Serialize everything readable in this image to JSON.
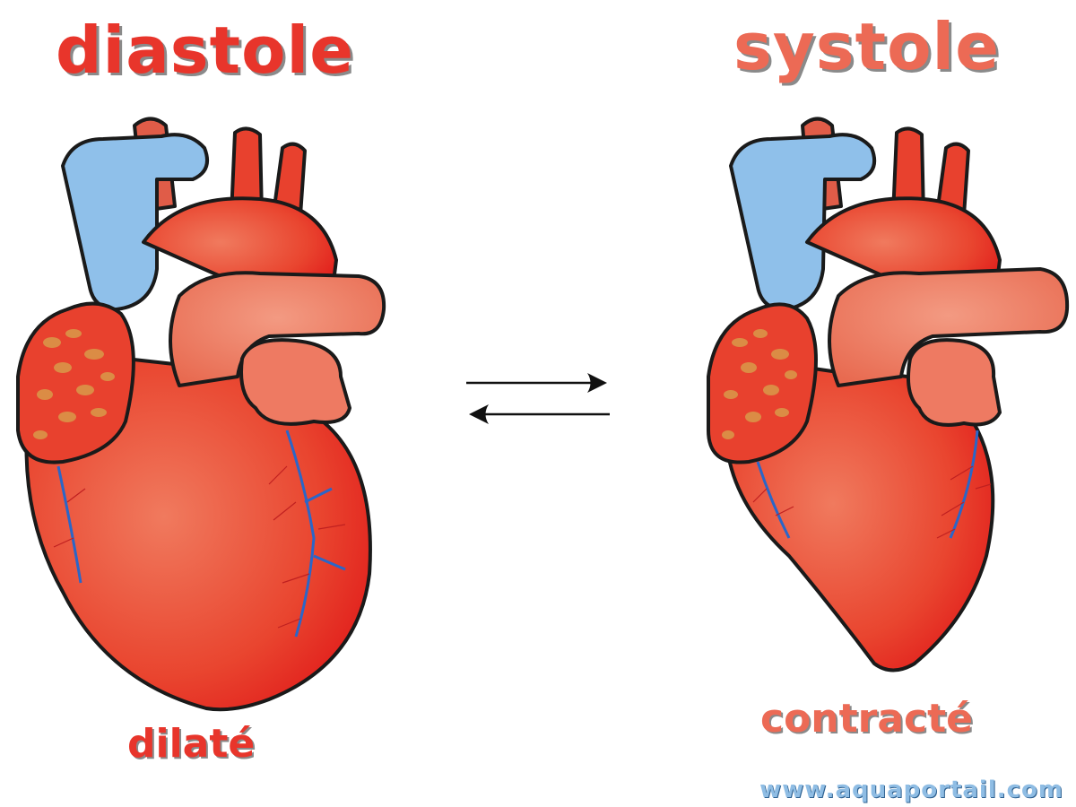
{
  "labels": {
    "diastole_title": "diastole",
    "systole_title": "systole",
    "diastole_caption": "dilaté",
    "systole_caption": "contracté"
  },
  "watermark": "www.aquaportail.com",
  "colors": {
    "diastole_text": "#e8352b",
    "systole_text": "#ec6a55",
    "heart_red": "#e8412e",
    "vein_blue": "#8fc0ea",
    "artery_light": "#ee7a62",
    "vessel_line": "#2a66c8"
  },
  "icons": [
    "heart-diastole-illustration",
    "heart-systole-illustration",
    "arrow-right-icon",
    "arrow-left-icon"
  ]
}
